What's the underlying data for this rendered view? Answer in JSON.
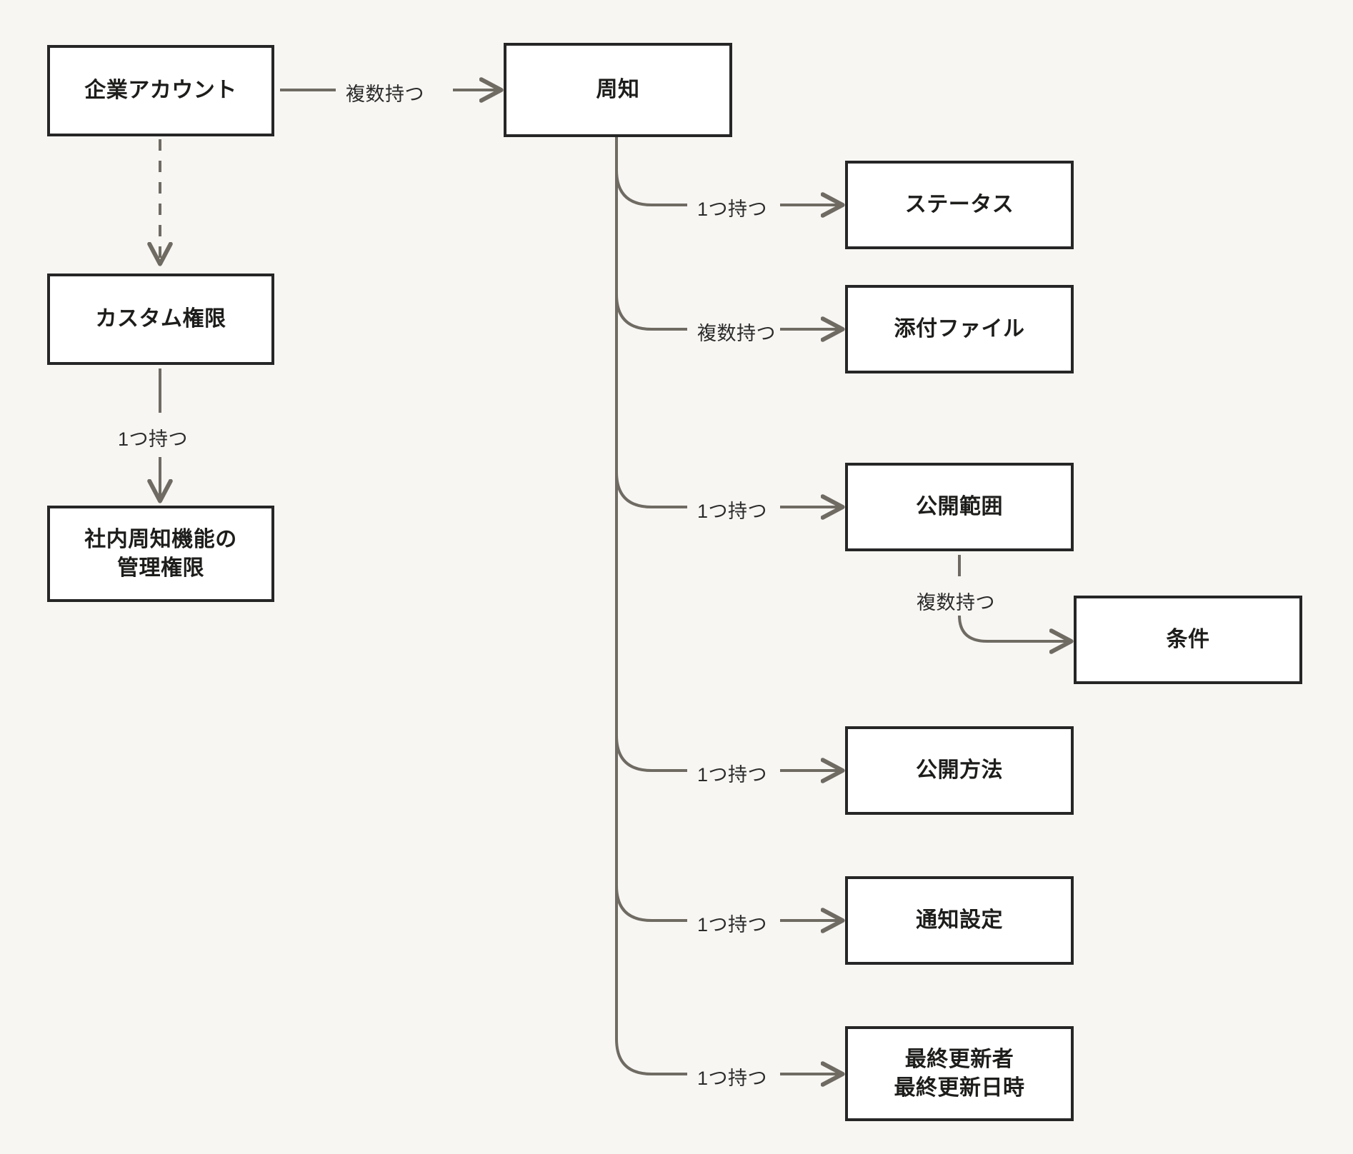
{
  "diagram": {
    "background_color": "#f7f6f3",
    "node_border_color": "#262626",
    "node_fill_color": "#ffffff",
    "connector_color": "#6f6b63",
    "text_color": "#1d1d1b",
    "nodes": [
      {
        "id": "corporate-account",
        "label": "企業アカウント"
      },
      {
        "id": "announcement",
        "label": "周知"
      },
      {
        "id": "custom-permission",
        "label": "カスタム権限"
      },
      {
        "id": "internal-announcement-admin-permission",
        "label": "社内周知機能の\n管理権限"
      },
      {
        "id": "status",
        "label": "ステータス"
      },
      {
        "id": "attachment-file",
        "label": "添付ファイル"
      },
      {
        "id": "publication-scope",
        "label": "公開範囲"
      },
      {
        "id": "condition",
        "label": "条件"
      },
      {
        "id": "publication-method",
        "label": "公開方法"
      },
      {
        "id": "notification-setting",
        "label": "通知設定"
      },
      {
        "id": "last-updated-by-at",
        "label": "最終更新者\n最終更新日時"
      }
    ],
    "edges": [
      {
        "id": "corporate-account-to-announcement",
        "from": "corporate-account",
        "to": "announcement",
        "label": "複数持つ",
        "style": "solid"
      },
      {
        "id": "corporate-account-to-custom-permission",
        "from": "corporate-account",
        "to": "custom-permission",
        "label": "",
        "style": "dashed"
      },
      {
        "id": "custom-permission-to-admin-permission",
        "from": "custom-permission",
        "to": "internal-announcement-admin-permission",
        "label": "1つ持つ",
        "style": "solid"
      },
      {
        "id": "announcement-to-status",
        "from": "announcement",
        "to": "status",
        "label": "1つ持つ",
        "style": "solid"
      },
      {
        "id": "announcement-to-attachment-file",
        "from": "announcement",
        "to": "attachment-file",
        "label": "複数持つ",
        "style": "solid"
      },
      {
        "id": "announcement-to-publication-scope",
        "from": "announcement",
        "to": "publication-scope",
        "label": "1つ持つ",
        "style": "solid"
      },
      {
        "id": "publication-scope-to-condition",
        "from": "publication-scope",
        "to": "condition",
        "label": "複数持つ",
        "style": "solid"
      },
      {
        "id": "announcement-to-publication-method",
        "from": "announcement",
        "to": "publication-method",
        "label": "1つ持つ",
        "style": "solid"
      },
      {
        "id": "announcement-to-notification-setting",
        "from": "announcement",
        "to": "notification-setting",
        "label": "1つ持つ",
        "style": "solid"
      },
      {
        "id": "announcement-to-last-updated",
        "from": "announcement",
        "to": "last-updated-by-at",
        "label": "1つ持つ",
        "style": "solid"
      }
    ]
  }
}
